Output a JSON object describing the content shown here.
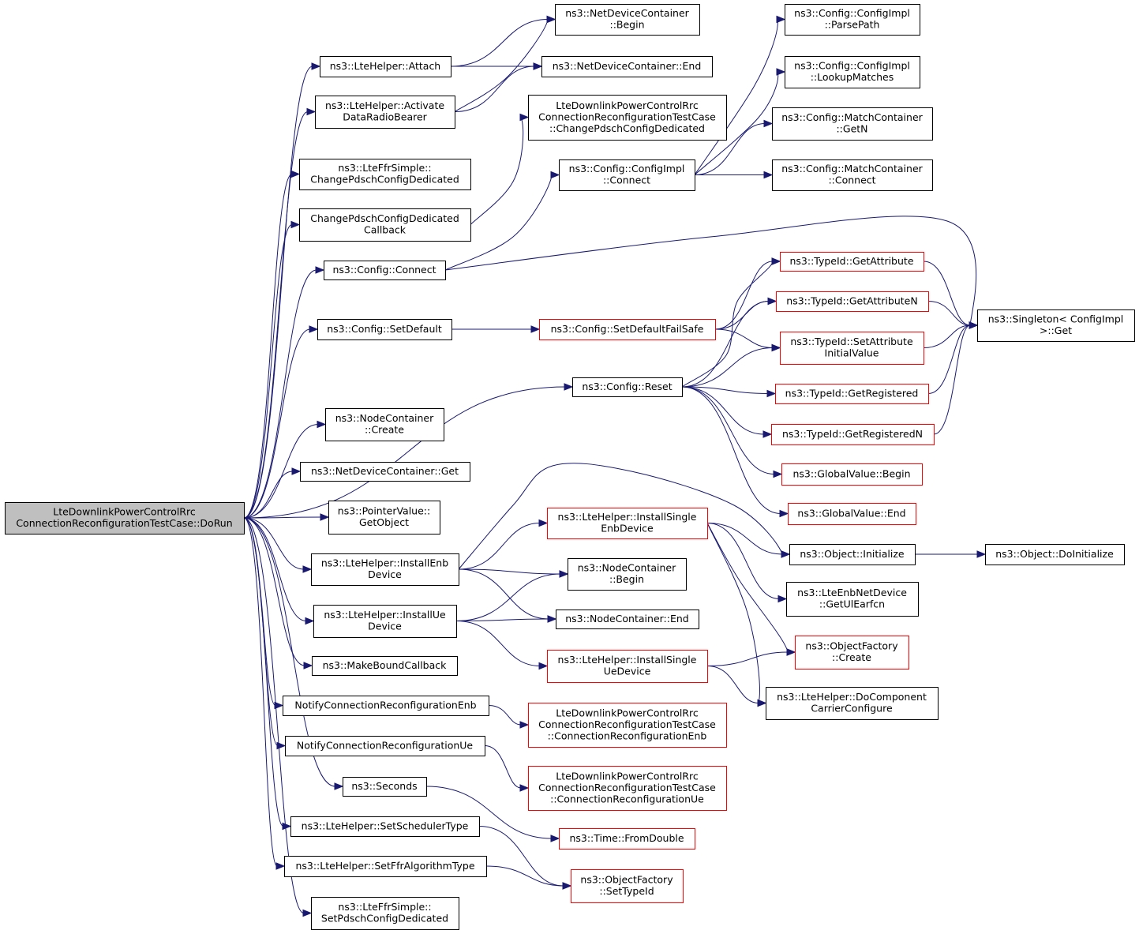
{
  "graph": {
    "edge_color": "#191970",
    "root_fill": "#bfbfbf",
    "nodes": [
      {
        "id": "root",
        "lines": [
          "LteDownlinkPowerControlRrc",
          "ConnectionReconfigurationTestCase::DoRun"
        ],
        "style": "root"
      },
      {
        "id": "attach",
        "lines": [
          "ns3::LteHelper::Attach"
        ],
        "style": "black"
      },
      {
        "id": "activate",
        "lines": [
          "ns3::LteHelper::Activate",
          "DataRadioBearer"
        ],
        "style": "black"
      },
      {
        "id": "ffrChange",
        "lines": [
          "ns3::LteFfrSimple::",
          "ChangePdschConfigDedicated"
        ],
        "style": "black"
      },
      {
        "id": "changeCb",
        "lines": [
          "ChangePdschConfigDedicated",
          "Callback"
        ],
        "style": "black"
      },
      {
        "id": "cfgConnect",
        "lines": [
          "ns3::Config::Connect"
        ],
        "style": "black"
      },
      {
        "id": "setDefault",
        "lines": [
          "ns3::Config::SetDefault"
        ],
        "style": "black"
      },
      {
        "id": "nodeCreate",
        "lines": [
          "ns3::NodeContainer",
          "::Create"
        ],
        "style": "black"
      },
      {
        "id": "ndcGet",
        "lines": [
          "ns3::NetDeviceContainer::Get"
        ],
        "style": "black"
      },
      {
        "id": "ptrGetObj",
        "lines": [
          "ns3::PointerValue::",
          "GetObject"
        ],
        "style": "black"
      },
      {
        "id": "installEnb",
        "lines": [
          "ns3::LteHelper::InstallEnb",
          "Device"
        ],
        "style": "black"
      },
      {
        "id": "installUe",
        "lines": [
          "ns3::LteHelper::InstallUe",
          "Device"
        ],
        "style": "black"
      },
      {
        "id": "makeBound",
        "lines": [
          "ns3::MakeBoundCallback"
        ],
        "style": "black"
      },
      {
        "id": "notifyEnb",
        "lines": [
          "NotifyConnectionReconfigurationEnb"
        ],
        "style": "black"
      },
      {
        "id": "notifyUe",
        "lines": [
          "NotifyConnectionReconfigurationUe"
        ],
        "style": "black"
      },
      {
        "id": "seconds",
        "lines": [
          "ns3::Seconds"
        ],
        "style": "black"
      },
      {
        "id": "setSched",
        "lines": [
          "ns3::LteHelper::SetSchedulerType"
        ],
        "style": "black"
      },
      {
        "id": "setFfr",
        "lines": [
          "ns3::LteHelper::SetFfrAlgorithmType"
        ],
        "style": "black"
      },
      {
        "id": "ffrSetPdsch",
        "lines": [
          "ns3::LteFfrSimple::",
          "SetPdschConfigDedicated"
        ],
        "style": "black"
      },
      {
        "id": "ndcBegin",
        "lines": [
          "ns3::NetDeviceContainer",
          "::Begin"
        ],
        "style": "black"
      },
      {
        "id": "ndcEnd",
        "lines": [
          "ns3::NetDeviceContainer::End"
        ],
        "style": "black"
      },
      {
        "id": "tcChange",
        "lines": [
          "LteDownlinkPowerControlRrc",
          "ConnectionReconfigurationTestCase",
          "::ChangePdschConfigDedicated"
        ],
        "style": "black"
      },
      {
        "id": "implConnect",
        "lines": [
          "ns3::Config::ConfigImpl",
          "::Connect"
        ],
        "style": "black"
      },
      {
        "id": "cfgReset",
        "lines": [
          "ns3::Config::Reset"
        ],
        "style": "black"
      },
      {
        "id": "failSafe",
        "lines": [
          "ns3::Config::SetDefaultFailSafe"
        ],
        "style": "red"
      },
      {
        "id": "installSingleEnb",
        "lines": [
          "ns3::LteHelper::InstallSingle",
          "EnbDevice"
        ],
        "style": "red"
      },
      {
        "id": "ncBegin",
        "lines": [
          "ns3::NodeContainer",
          "::Begin"
        ],
        "style": "black"
      },
      {
        "id": "ncEnd",
        "lines": [
          "ns3::NodeContainer::End"
        ],
        "style": "black"
      },
      {
        "id": "installSingleUe",
        "lines": [
          "ns3::LteHelper::InstallSingle",
          "UeDevice"
        ],
        "style": "red"
      },
      {
        "id": "tcEnb",
        "lines": [
          "LteDownlinkPowerControlRrc",
          "ConnectionReconfigurationTestCase",
          "::ConnectionReconfigurationEnb"
        ],
        "style": "red"
      },
      {
        "id": "tcUe",
        "lines": [
          "LteDownlinkPowerControlRrc",
          "ConnectionReconfigurationTestCase",
          "::ConnectionReconfigurationUe"
        ],
        "style": "red"
      },
      {
        "id": "fromDouble",
        "lines": [
          "ns3::Time::FromDouble"
        ],
        "style": "red"
      },
      {
        "id": "ofSetTypeId",
        "lines": [
          "ns3::ObjectFactory",
          "::SetTypeId"
        ],
        "style": "red"
      },
      {
        "id": "parsePath",
        "lines": [
          "ns3::Config::ConfigImpl",
          "::ParsePath"
        ],
        "style": "black"
      },
      {
        "id": "lookupMatches",
        "lines": [
          "ns3::Config::ConfigImpl",
          "::LookupMatches"
        ],
        "style": "black"
      },
      {
        "id": "mcGetN",
        "lines": [
          "ns3::Config::MatchContainer",
          "::GetN"
        ],
        "style": "black"
      },
      {
        "id": "mcConnect",
        "lines": [
          "ns3::Config::MatchContainer",
          "::Connect"
        ],
        "style": "black"
      },
      {
        "id": "tidGetAttr",
        "lines": [
          "ns3::TypeId::GetAttribute"
        ],
        "style": "red"
      },
      {
        "id": "tidGetAttrN",
        "lines": [
          "ns3::TypeId::GetAttributeN"
        ],
        "style": "red"
      },
      {
        "id": "tidSetAttrInit",
        "lines": [
          "ns3::TypeId::SetAttribute",
          "InitialValue"
        ],
        "style": "red"
      },
      {
        "id": "tidGetReg",
        "lines": [
          "ns3::TypeId::GetRegistered"
        ],
        "style": "red"
      },
      {
        "id": "tidGetRegN",
        "lines": [
          "ns3::TypeId::GetRegisteredN"
        ],
        "style": "red"
      },
      {
        "id": "gvBegin",
        "lines": [
          "ns3::GlobalValue::Begin"
        ],
        "style": "red"
      },
      {
        "id": "gvEnd",
        "lines": [
          "ns3::GlobalValue::End"
        ],
        "style": "red"
      },
      {
        "id": "objInit",
        "lines": [
          "ns3::Object::Initialize"
        ],
        "style": "black"
      },
      {
        "id": "enbGetUl",
        "lines": [
          "ns3::LteEnbNetDevice",
          "::GetUlEarfcn"
        ],
        "style": "black"
      },
      {
        "id": "ofCreate",
        "lines": [
          "ns3::ObjectFactory",
          "::Create"
        ],
        "style": "red"
      },
      {
        "id": "doCcc",
        "lines": [
          "ns3::LteHelper::DoComponent",
          "CarrierConfigure"
        ],
        "style": "black"
      },
      {
        "id": "singletonGet",
        "lines": [
          "ns3::Singleton< ConfigImpl",
          "&gt;::Get"
        ],
        "style": "black"
      },
      {
        "id": "objDoInit",
        "lines": [
          "ns3::Object::DoInitialize"
        ],
        "style": "black"
      }
    ],
    "edges": [
      [
        "root",
        "attach"
      ],
      [
        "root",
        "activate"
      ],
      [
        "root",
        "ffrChange"
      ],
      [
        "root",
        "changeCb"
      ],
      [
        "root",
        "cfgConnect"
      ],
      [
        "root",
        "setDefault"
      ],
      [
        "root",
        "cfgReset"
      ],
      [
        "root",
        "nodeCreate"
      ],
      [
        "root",
        "ndcGet"
      ],
      [
        "root",
        "ptrGetObj"
      ],
      [
        "root",
        "installEnb"
      ],
      [
        "root",
        "installUe"
      ],
      [
        "root",
        "makeBound"
      ],
      [
        "root",
        "notifyEnb"
      ],
      [
        "root",
        "notifyUe"
      ],
      [
        "root",
        "seconds"
      ],
      [
        "root",
        "setSched"
      ],
      [
        "root",
        "setFfr"
      ],
      [
        "root",
        "ffrSetPdsch"
      ],
      [
        "attach",
        "ndcBegin"
      ],
      [
        "attach",
        "ndcEnd"
      ],
      [
        "activate",
        "ndcBegin"
      ],
      [
        "activate",
        "ndcEnd"
      ],
      [
        "changeCb",
        "tcChange"
      ],
      [
        "cfgConnect",
        "implConnect"
      ],
      [
        "cfgConnect",
        "singletonGet"
      ],
      [
        "setDefault",
        "failSafe"
      ],
      [
        "failSafe",
        "tidGetAttr"
      ],
      [
        "failSafe",
        "tidGetAttrN"
      ],
      [
        "failSafe",
        "tidSetAttrInit"
      ],
      [
        "implConnect",
        "parsePath"
      ],
      [
        "implConnect",
        "lookupMatches"
      ],
      [
        "implConnect",
        "mcGetN"
      ],
      [
        "implConnect",
        "mcConnect"
      ],
      [
        "cfgReset",
        "tidGetAttr"
      ],
      [
        "cfgReset",
        "tidGetAttrN"
      ],
      [
        "cfgReset",
        "tidSetAttrInit"
      ],
      [
        "cfgReset",
        "tidGetReg"
      ],
      [
        "cfgReset",
        "tidGetRegN"
      ],
      [
        "cfgReset",
        "gvBegin"
      ],
      [
        "cfgReset",
        "gvEnd"
      ],
      [
        "tidGetAttr",
        "singletonGet"
      ],
      [
        "tidGetAttrN",
        "singletonGet"
      ],
      [
        "tidSetAttrInit",
        "singletonGet"
      ],
      [
        "tidGetReg",
        "singletonGet"
      ],
      [
        "tidGetRegN",
        "singletonGet"
      ],
      [
        "installEnb",
        "installSingleEnb"
      ],
      [
        "installEnb",
        "ncBegin"
      ],
      [
        "installEnb",
        "ncEnd"
      ],
      [
        "installEnb",
        "objInit"
      ],
      [
        "installUe",
        "ncBegin"
      ],
      [
        "installUe",
        "ncEnd"
      ],
      [
        "installUe",
        "installSingleUe"
      ],
      [
        "installSingleEnb",
        "objInit"
      ],
      [
        "installSingleEnb",
        "enbGetUl"
      ],
      [
        "installSingleEnb",
        "ofCreate"
      ],
      [
        "installSingleEnb",
        "doCcc"
      ],
      [
        "installSingleUe",
        "ofCreate"
      ],
      [
        "installSingleUe",
        "doCcc"
      ],
      [
        "objInit",
        "objDoInit"
      ],
      [
        "notifyEnb",
        "tcEnb"
      ],
      [
        "notifyUe",
        "tcUe"
      ],
      [
        "seconds",
        "fromDouble"
      ],
      [
        "setSched",
        "ofSetTypeId"
      ],
      [
        "setFfr",
        "ofSetTypeId"
      ]
    ]
  }
}
